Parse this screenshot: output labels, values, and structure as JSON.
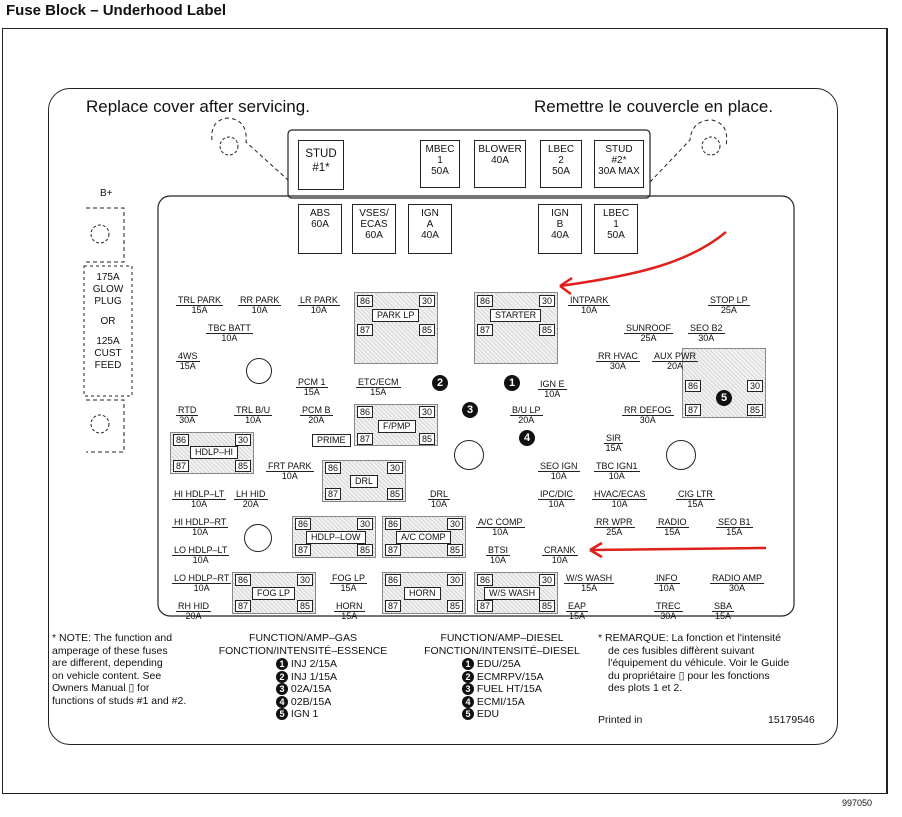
{
  "heading": "Fuse Block – Underhood Label",
  "cover_en": "Replace cover after servicing.",
  "cover_fr": "Remettre le couvercle en place.",
  "bplus": "B+",
  "side": {
    "a1": "175A",
    "a2": "GLOW",
    "a3": "PLUG",
    "or": "OR",
    "b1": "125A",
    "b2": "CUST",
    "b3": "FEED"
  },
  "top_boxes": [
    {
      "l1": "STUD",
      "l2": "#1*",
      "l3": ""
    },
    {
      "l1": "MBEC",
      "l2": "1",
      "l3": "50A"
    },
    {
      "l1": "BLOWER",
      "l2": "",
      "l3": "40A"
    },
    {
      "l1": "LBEC",
      "l2": "2",
      "l3": "50A"
    },
    {
      "l1": "STUD",
      "l2": "#2*",
      "l3": "30A MAX"
    }
  ],
  "mid_boxes": [
    {
      "l1": "ABS",
      "l2": "",
      "l3": "60A"
    },
    {
      "l1": "VSES/",
      "l2": "ECAS",
      "l3": "60A"
    },
    {
      "l1": "IGN",
      "l2": "A",
      "l3": "40A"
    },
    {
      "l1": "IGN",
      "l2": "B",
      "l3": "40A"
    },
    {
      "l1": "LBEC",
      "l2": "1",
      "l3": "50A"
    }
  ],
  "fuses": {
    "trl_park": [
      "TRL PARK",
      "15A"
    ],
    "rr_park": [
      "RR PARK",
      "10A"
    ],
    "lr_park": [
      "LR PARK",
      "10A"
    ],
    "tbc_batt": [
      "TBC BATT",
      "10A"
    ],
    "fwd": [
      "4WS",
      "15A"
    ],
    "pcm1": [
      "PCM 1",
      "15A"
    ],
    "etc": [
      "ETC/ECM",
      "15A"
    ],
    "rtd": [
      "RTD",
      "30A"
    ],
    "trl_bu": [
      "TRL B/U",
      "10A"
    ],
    "pcm_b": [
      "PCM B",
      "20A"
    ],
    "frt_park": [
      "FRT PARK",
      "10A"
    ],
    "hi_hdlp_lt": [
      "HI HDLP–LT",
      "10A"
    ],
    "lh_hid": [
      "LH HID",
      "20A"
    ],
    "drl_f": [
      "DRL",
      "10A"
    ],
    "hi_hdlp_rt": [
      "HI HDLP–RT",
      "10A"
    ],
    "lo_hdlp_lt": [
      "LO HDLP–LT",
      "10A"
    ],
    "lo_hdlp_rt": [
      "LO HDLP–RT",
      "10A"
    ],
    "fog_lp": [
      "FOG LP",
      "15A"
    ],
    "rh_hid": [
      "RH HID",
      "20A"
    ],
    "horn_f": [
      "HORN",
      "15A"
    ],
    "intpark": [
      "INTPARK",
      "10A"
    ],
    "ign_e": [
      "IGN E",
      "10A"
    ],
    "bu_lp": [
      "B/U LP",
      "20A"
    ],
    "seo_ign": [
      "SEO IGN",
      "10A"
    ],
    "ipc": [
      "IPC/DIC",
      "10A"
    ],
    "ac_comp_f": [
      "A/C COMP",
      "10A"
    ],
    "btsi": [
      "BTSI",
      "10A"
    ],
    "crank": [
      "CRANK",
      "10A"
    ],
    "ws_wash_f": [
      "W/S WASH",
      "15A"
    ],
    "eap": [
      "EAP",
      "15A"
    ],
    "stop_lp": [
      "STOP LP",
      "25A"
    ],
    "sunroof": [
      "SUNROOF",
      "25A"
    ],
    "seo_b2": [
      "SEO B2",
      "30A"
    ],
    "rr_hvac": [
      "RR HVAC",
      "30A"
    ],
    "aux_pwr": [
      "AUX PWR",
      "20A"
    ],
    "rr_defog": [
      "RR DEFOG",
      "30A"
    ],
    "sir": [
      "SIR",
      "15A"
    ],
    "tbc_ign1": [
      "TBC IGN1",
      "10A"
    ],
    "hvac_ecas": [
      "HVAC/ECAS",
      "10A"
    ],
    "cig_ltr": [
      "CIG LTR",
      "15A"
    ],
    "rr_wpr": [
      "RR WPR",
      "25A"
    ],
    "radio": [
      "RADIO",
      "15A"
    ],
    "seo_b1": [
      "SEO B1",
      "15A"
    ],
    "info": [
      "INFO",
      "10A"
    ],
    "radio_amp": [
      "RADIO AMP",
      "30A"
    ],
    "trec": [
      "TREC",
      "30A"
    ],
    "sba": [
      "SBA",
      "15A"
    ]
  },
  "relays": {
    "park_lp": "PARK LP",
    "starter": "STARTER",
    "fpmp": "F/PMP",
    "hdlp_hi": "HDLP–HI",
    "drl": "DRL",
    "hdlp_low": "HDLP–LOW",
    "ac_comp": "A/C COMP",
    "fog_lp": "FOG LP",
    "horn": "HORN",
    "ws_wash": "W/S WASH",
    "prime": "PRIME"
  },
  "terms": {
    "t86": "86",
    "t30": "30",
    "t87": "87",
    "t85": "85"
  },
  "markers": {
    "m1": "1",
    "m2": "2",
    "m3": "3",
    "m4": "4",
    "m5": "5",
    "star": "*"
  },
  "notes": {
    "left": [
      "NOTE: The function and",
      "amperage of these fuses",
      "are different, depending",
      "on vehicle content. See",
      "Owners Manual",
      "for",
      "functions of studs #1 and #2."
    ],
    "gas_title1": "FUNCTION/AMP–GAS",
    "gas_title2": "FONCTION/INTENSITÉ–ESSENCE",
    "gas": [
      "INJ 2/15A",
      "INJ 1/15A",
      "02A/15A",
      "02B/15A",
      "IGN 1"
    ],
    "diesel_title1": "FUNCTION/AMP–DIESEL",
    "diesel_title2": "FONCTION/INTENSITÉ–DIESEL",
    "diesel": [
      "EDU/25A",
      "ECMRPV/15A",
      "FUEL HT/15A",
      "ECMI/15A",
      "EDU"
    ],
    "right": [
      "REMARQUE: La fonction et l'intensité",
      "de ces fusibles diffèrent suivant",
      "l'équipement du véhicule. Voir le Guide",
      "du propriétaire",
      "pour les fonctions",
      "des plots 1 et 2."
    ],
    "printed": "Printed in",
    "part": "15179546"
  },
  "fig_num": "997050",
  "colors": {
    "arrow": "#e0201c"
  }
}
